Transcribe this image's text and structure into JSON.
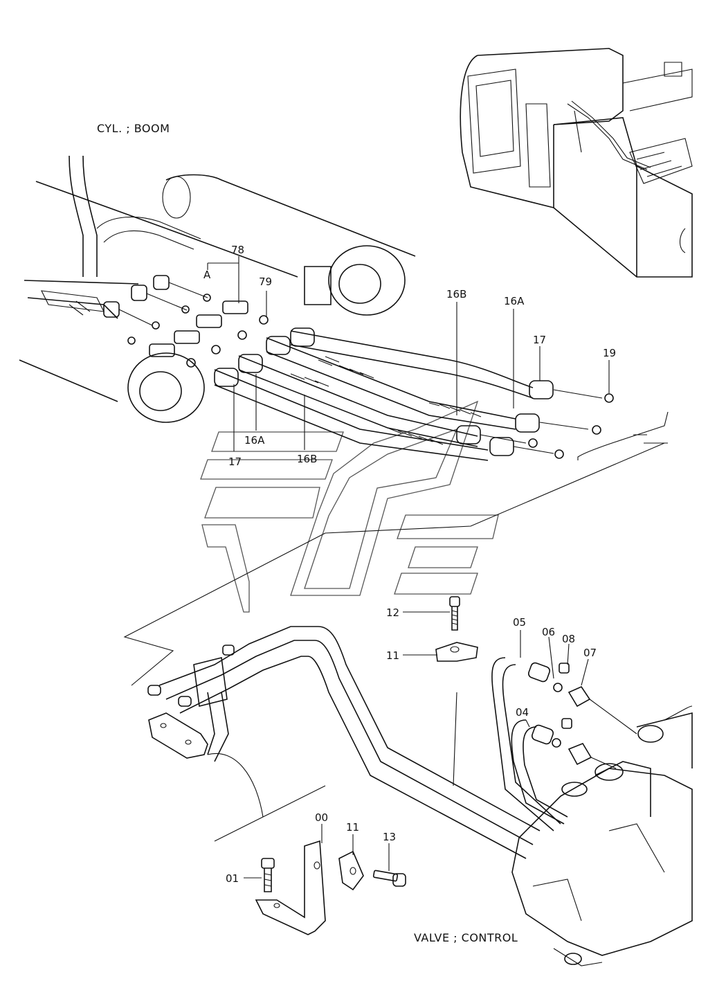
{
  "captions": {
    "boom_cylinder": "CYL. ; BOOM",
    "control_valve": "VALVE ; CONTROL"
  },
  "callouts": {
    "c78": "78",
    "cA": "A",
    "c79": "79",
    "c16B_top": "16B",
    "c16A_top": "16A",
    "c17_top": "17",
    "c19": "19",
    "c16A_bottom": "16A",
    "c16B_bottom": "16B",
    "c17_bottom": "17",
    "c12": "12",
    "c11_upper": "11",
    "c05": "05",
    "c06": "06",
    "c08": "08",
    "c07": "07",
    "c04": "04",
    "c00": "00",
    "c11_lower": "11",
    "c13": "13",
    "c01": "01"
  }
}
